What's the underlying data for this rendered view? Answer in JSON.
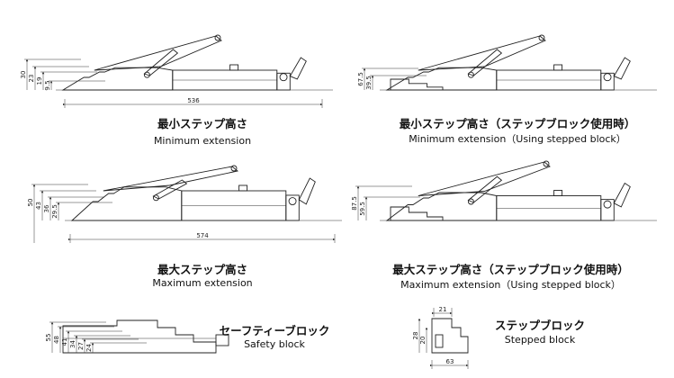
{
  "panels": [
    {
      "id": "min",
      "title_jp": "最小ステップ高さ",
      "title_en": "Minimum extension",
      "dims": [
        "30",
        "23",
        "19",
        "9.5",
        "536"
      ]
    },
    {
      "id": "min_block",
      "title_jp": "最小ステップ高さ（ステップブロック使用時）",
      "title_en": "Minimum extension（Using stepped block）",
      "dims": [
        "67.5",
        "39.5"
      ]
    },
    {
      "id": "max",
      "title_jp": "最大ステップ高さ",
      "title_en": "Maximum extension",
      "dims": [
        "50",
        "43",
        "36",
        "29.5",
        "574"
      ]
    },
    {
      "id": "max_block",
      "title_jp": "最大ステップ高さ（ステップブロック使用時）",
      "title_en": "Maximum extension（Using stepped block）",
      "dims": [
        "87.5",
        "59.5"
      ]
    },
    {
      "id": "safety",
      "title_jp": "セーフティーブロック",
      "title_en": "Safety block",
      "dims": [
        "55",
        "48",
        "41",
        "34",
        "27",
        "24"
      ]
    },
    {
      "id": "stepped",
      "title_jp": "ステップブロック",
      "title_en": "Stepped block",
      "dims": [
        "21",
        "28",
        "20",
        "63"
      ]
    }
  ]
}
